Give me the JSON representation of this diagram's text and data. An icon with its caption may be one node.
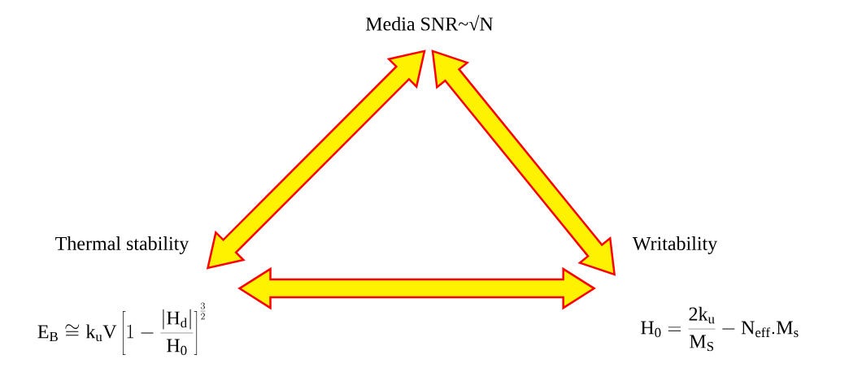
{
  "diagram": {
    "nodes": [
      {
        "text": [
          "Media SNR~√N"
        ]
      },
      {
        "text": [
          "Thermal stability"
        ]
      },
      {
        "text": [
          "Writability"
        ]
      }
    ],
    "edges": [
      {
        "from": 0,
        "to": 1,
        "arrow": "both"
      },
      {
        "from": 0,
        "to": 2,
        "arrow": "both"
      },
      {
        "from": 1,
        "to": 2,
        "arrow": "both"
      }
    ],
    "labels": [
      "\\mathrm{E_B} \\cong \\mathrm{k_u V}\\left[1-\\frac{|\\mathrm{H_d}|}{\\mathrm{H_0}}\\right]^{\\frac{3}{2}}",
      "\\mathrm{H_0} = \\frac{\\mathrm{2k_u}}{\\mathrm{M_S}} - \\mathrm{N_{eff}.M_s}"
    ]
  }
}
